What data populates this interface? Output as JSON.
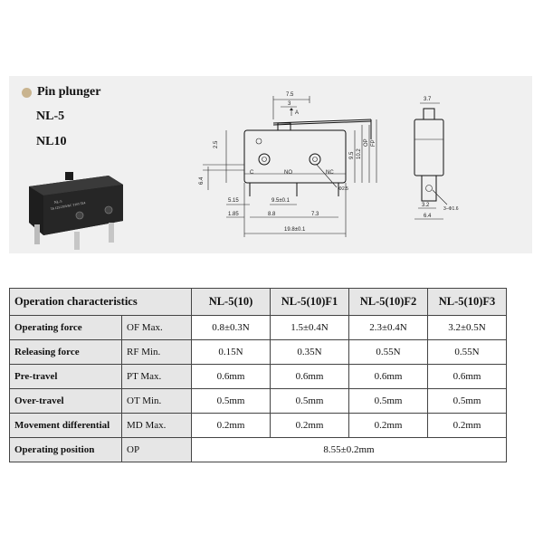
{
  "product": {
    "plunger_label": "Pin plunger",
    "models": [
      "NL-5",
      "NL10"
    ],
    "photo_text": [
      "5A 125/250VAC T105 5E4",
      "NL-5"
    ]
  },
  "drawing": {
    "dims": {
      "d7_5": "7.5",
      "d3": "3",
      "A": "A",
      "d3_7": "3.7",
      "d2_5": "2.5",
      "d9_5": "9.5",
      "d10_2": "10.2",
      "OP": "OP",
      "FP": "FP",
      "d6_4": "6.4",
      "d5_15": "5.15",
      "d1_85": "1.85",
      "d9_5pm": "9.5±0.1",
      "d8_8": "8.8",
      "d7_3": "7.3",
      "d19_8": "19.8±0.1",
      "phi2_5": "Φ2.5",
      "d3_2": "3.2",
      "d6_4b": "6.4",
      "phi1_6": "3–Φ1.6"
    },
    "terminals": [
      "C",
      "NO",
      "NC"
    ]
  },
  "table": {
    "header": {
      "title": "Operation characteristics",
      "cols": [
        "NL-5(10)",
        "NL-5(10)F1",
        "NL-5(10)F2",
        "NL-5(10)F3"
      ]
    },
    "rows": [
      {
        "name": "Operating force",
        "abbr": "OF Max.",
        "vals": [
          "0.8±0.3N",
          "1.5±0.4N",
          "2.3±0.4N",
          "3.2±0.5N"
        ]
      },
      {
        "name": "Releasing force",
        "abbr": "RF Min.",
        "vals": [
          "0.15N",
          "0.35N",
          "0.55N",
          "0.55N"
        ]
      },
      {
        "name": "Pre-travel",
        "abbr": "PT Max.",
        "vals": [
          "0.6mm",
          "0.6mm",
          "0.6mm",
          "0.6mm"
        ]
      },
      {
        "name": "Over-travel",
        "abbr": "OT Min.",
        "vals": [
          "0.5mm",
          "0.5mm",
          "0.5mm",
          "0.5mm"
        ]
      },
      {
        "name": "Movement differential",
        "abbr": "MD Max.",
        "vals": [
          "0.2mm",
          "0.2mm",
          "0.2mm",
          "0.2mm"
        ]
      }
    ],
    "position_row": {
      "name": "Operating position",
      "abbr": "OP",
      "value": "8.55±0.2mm"
    }
  }
}
